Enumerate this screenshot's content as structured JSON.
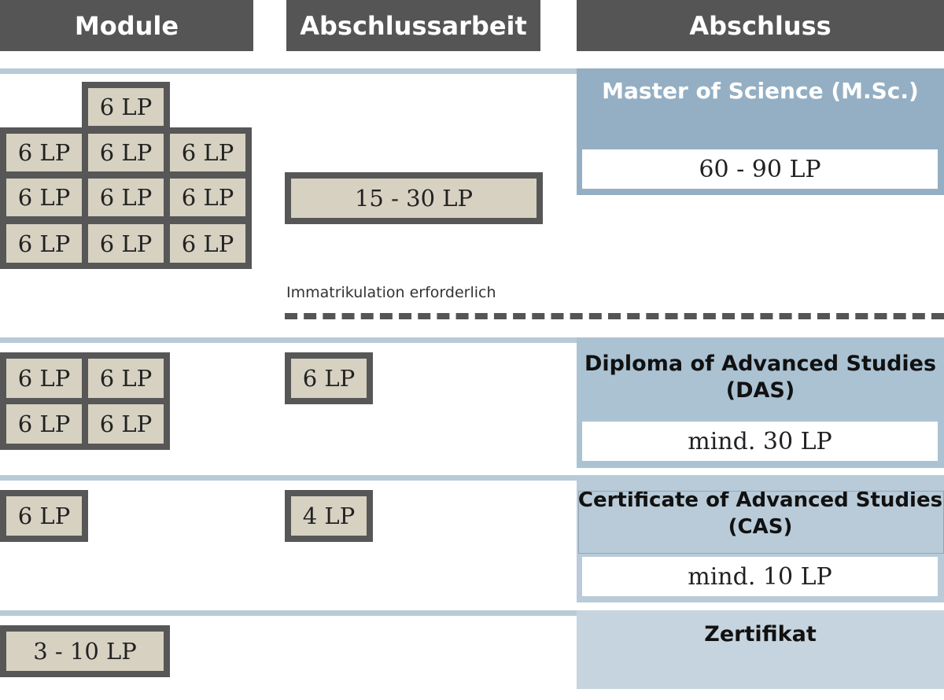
{
  "headers": {
    "module": "Module",
    "thesis": "Abschlussarbeit",
    "degree": "Abschluss"
  },
  "tiers": {
    "msc": {
      "title": "Master of Science (M.Sc.)",
      "credits": "60 - 90 LP",
      "module_credit": "6 LP",
      "thesis_credit": "15 - 30 LP"
    },
    "das": {
      "title_line1": "Diploma of Advanced Studies",
      "title_line2": "(DAS)",
      "credits": "mind. 30 LP",
      "module_credit": "6 LP",
      "thesis_credit": "6 LP"
    },
    "cas": {
      "title_line1": "Certificate of Advanced Studies",
      "title_line2": "(CAS)",
      "credits": "mind. 10 LP",
      "module_credit": "6 LP",
      "thesis_credit": "4 LP"
    },
    "cert": {
      "title": "Zertifikat",
      "module_credit": "3 - 10 LP"
    }
  },
  "note": "Immatrikulation erforderlich",
  "colors": {
    "header": "#555555",
    "module_fill": "#d6d1c1",
    "block_frame": "#575757",
    "msc_panel": "#94afc3",
    "das_panel": "#abc2d3",
    "cas_panel": "#b9cbd8",
    "cert_panel": "#c6d4df",
    "separator": "#b9cad7"
  }
}
